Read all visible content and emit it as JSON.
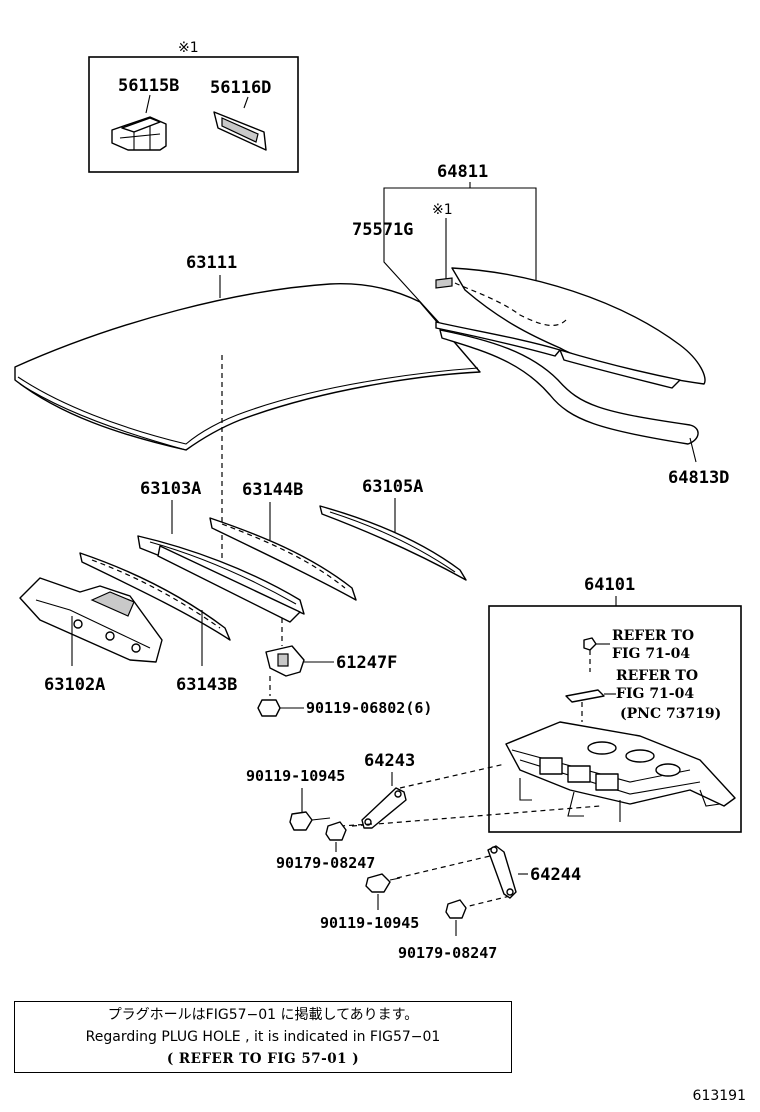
{
  "parts": {
    "mark_top": "※1",
    "p56115b": "56115B",
    "p56116d": "56116D",
    "p64811": "64811",
    "mark_glass": "※1",
    "p75571g": "75571G",
    "p63111": "63111",
    "p64813d": "64813D",
    "p63103a": "63103A",
    "p63144b": "63144B",
    "p63105a": "63105A",
    "p64101": "64101",
    "p63102a": "63102A",
    "p63143b": "63143B",
    "p61247f": "61247F",
    "p90119_06802": "90119-06802(6)",
    "p64243": "64243",
    "p90119_10945_a": "90119-10945",
    "p90179_08247_a": "90179-08247",
    "p64244": "64244",
    "p90119_10945_b": "90119-10945",
    "p90179_08247_b": "90179-08247"
  },
  "refs": {
    "ref1_line1": "REFER TO",
    "ref1_line2": "FIG 71-04",
    "ref2_line1": "REFER TO",
    "ref2_line2": "FIG 71-04",
    "ref2_line3": "(PNC 73719)"
  },
  "note": {
    "jp": "プラグホールはFIG57−01 に掲載してあります。",
    "en": "Regarding  PLUG HOLE , it is indicated  in FIG57−01",
    "refer": "(    REFER TO FIG 57-01  )"
  },
  "figure_number": "613191"
}
